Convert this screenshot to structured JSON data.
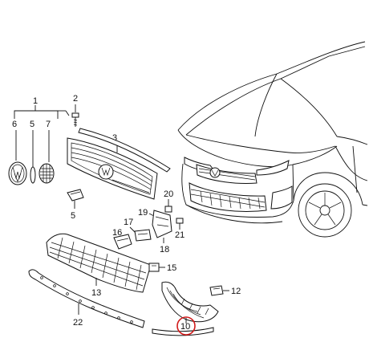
{
  "callouts": {
    "c1": "1",
    "c2": "2",
    "c3": "3",
    "c5a": "5",
    "c5b": "5",
    "c6": "6",
    "c7": "7",
    "c10": "10",
    "c12": "12",
    "c13": "13",
    "c15": "15",
    "c16": "16",
    "c17": "17",
    "c18": "18",
    "c19": "19",
    "c20": "20",
    "c21": "21",
    "c22": "22"
  },
  "highlight": {
    "part": "10",
    "color": "#d11a1a"
  },
  "colors": {
    "line": "#111111",
    "background": "#ffffff"
  }
}
